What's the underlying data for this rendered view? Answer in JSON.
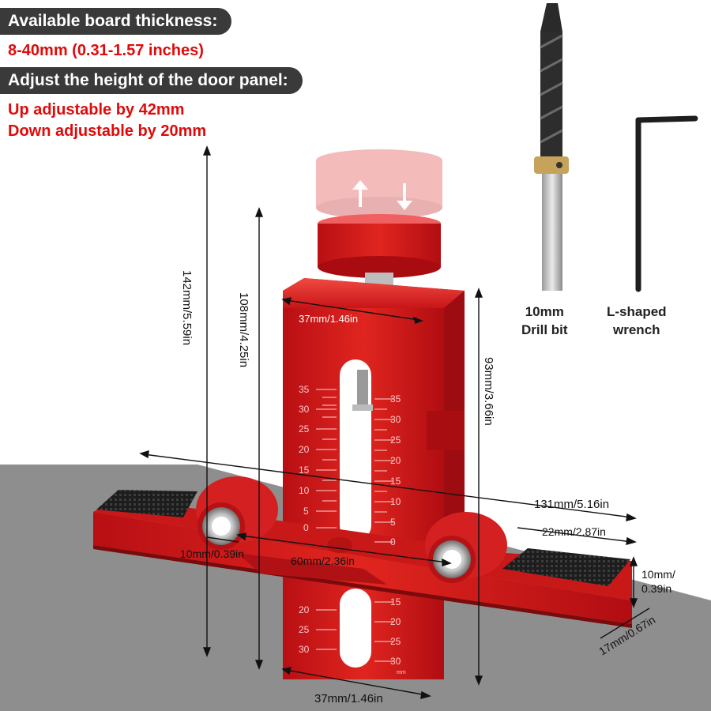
{
  "header": {
    "thickness_title": "Available board thickness:",
    "thickness_value": "8-40mm (0.31-1.57 inches)",
    "height_title": "Adjust the height of the door panel:",
    "up_text": "Up adjustable by 42mm",
    "down_text": "Down adjustable by 20mm"
  },
  "accessories": {
    "drill_label_line1": "10mm",
    "drill_label_line2": "Drill bit",
    "wrench_label_line1": "L-shaped",
    "wrench_label_line2": "wrench"
  },
  "dimensions": {
    "total_height": "142mm/5.59in",
    "inner_height": "108mm/4.25in",
    "top_width": "37mm/1.46in",
    "right_height": "93mm/3.66in",
    "total_length": "131mm/5.16in",
    "pad_length": "22mm/2.87in",
    "hole_diameter": "10mm/0.39in",
    "hole_spacing": "60mm/2.36in",
    "pad_height_line1": "10mm/",
    "pad_height_line2": "0.39in",
    "base_depth": "17mm/0.67in",
    "bottom_width": "37mm/1.46in"
  },
  "scale": {
    "left_ticks": [
      "35",
      "30",
      "25",
      "20",
      "15",
      "10",
      "5",
      "0"
    ],
    "right_ticks": [
      "35",
      "30",
      "25",
      "20",
      "15",
      "10",
      "5",
      "0"
    ],
    "lower_left_ticks": [
      "20",
      "25",
      "30"
    ],
    "lower_right_ticks": [
      "15",
      "20",
      "25",
      "30"
    ],
    "unit": "mm"
  },
  "colors": {
    "jig_red": "#d01818",
    "pill_bg": "#3a3a3a",
    "highlight_red": "#e00a0a",
    "floor_gray": "#8e8e8e"
  }
}
